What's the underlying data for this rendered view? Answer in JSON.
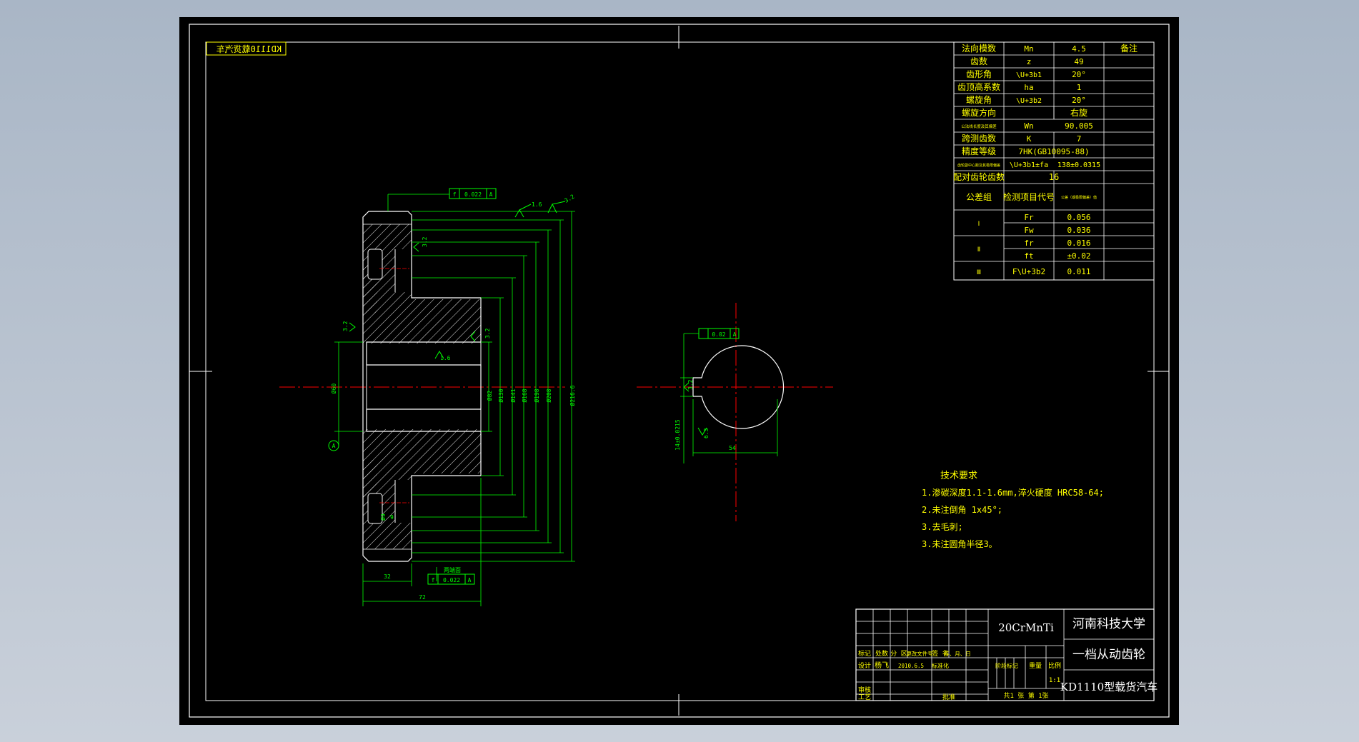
{
  "colors": {
    "accent": "#00ff00",
    "text": "#ffff00",
    "dimension": "#00ffff",
    "outline": "#ffffff",
    "centerline": "#ff0000",
    "background": "#000000"
  },
  "stamp": "KD1110载货汽车",
  "params": {
    "rows": [
      {
        "name": "法向模数",
        "symbol": "Mn",
        "value": "4.5",
        "note": "备注"
      },
      {
        "name": "齿数",
        "symbol": "z",
        "value": "49",
        "note": ""
      },
      {
        "name": "齿形角",
        "symbol": "\\U+3b1",
        "value": "20°",
        "note": ""
      },
      {
        "name": "齿顶高系数",
        "symbol": "ha",
        "value": "1",
        "note": ""
      },
      {
        "name": "螺旋角",
        "symbol": "\\U+3b2",
        "value": "20°",
        "note": ""
      },
      {
        "name": "螺旋方向",
        "symbol": "",
        "value": "右旋",
        "note": ""
      },
      {
        "name": "公法线长度及其偏差",
        "symbol": "Wn",
        "value": "90.005",
        "note": ""
      },
      {
        "name": "跨测齿数",
        "symbol": "K",
        "value": "7",
        "note": ""
      },
      {
        "name": "精度等级",
        "symbol": "",
        "value": "7HK(GB10095-88)",
        "note": ""
      },
      {
        "name": "齿轮副中心距及其极限偏差",
        "symbol": "\\U+3b1±fa",
        "value": "138±0.0315",
        "note": ""
      },
      {
        "name": "配对齿轮齿数",
        "symbol": "",
        "value": "16",
        "note": ""
      }
    ],
    "group_header": {
      "name": "公差组",
      "code": "检测项目代号",
      "value": "公差（或极限偏差）值"
    },
    "groups": [
      {
        "roman": "Ⅰ",
        "items": [
          {
            "code": "Fr",
            "value": "0.056"
          },
          {
            "code": "Fw",
            "value": "0.036"
          }
        ]
      },
      {
        "roman": "Ⅱ",
        "items": [
          {
            "code": "fr",
            "value": "0.016"
          },
          {
            "code": "ft",
            "value": "±0.02"
          }
        ]
      },
      {
        "roman": "Ⅲ",
        "items": [
          {
            "code": "F\\U+3b2",
            "value": "0.011"
          }
        ]
      }
    ]
  },
  "tech_req": {
    "title": "技术要求",
    "items": [
      "1.渗碳深度1.1-1.6mm,淬火硬度 HRC58-64;",
      "2.未注倒角 1x45°;",
      "3.去毛刺;",
      "3.未注圆角半径3。"
    ]
  },
  "left_view": {
    "tol_top": {
      "sym": "f",
      "value": "0.022",
      "datum": "A"
    },
    "tol_bottom": {
      "sym": "f",
      "value": "0.022",
      "datum": "A"
    },
    "tol_bottom_label": "两端面",
    "rough": [
      "1.6",
      "3.2",
      "3.2",
      "3.2",
      "3.2",
      "1.6"
    ],
    "diameters": [
      "Ø60",
      "Ø82",
      "Ø130",
      "Ø141",
      "Ø168",
      "Ø198",
      "Ø208",
      "Ø216.6"
    ],
    "dims": {
      "hub": "32",
      "width": "72",
      "web": "9",
      "hole": "Ø9"
    },
    "datum": "A"
  },
  "right_view": {
    "tol": {
      "value": "0.02",
      "datum": "A"
    },
    "keyway_width": "14±0.0215",
    "depth": "54",
    "rough": [
      "3.2",
      "6.3"
    ]
  },
  "title_block": {
    "material": "20CrMnTi",
    "school": "河南科技大学",
    "part": "一档从动齿轮",
    "product": "KD1110型载货汽车",
    "headers": [
      "标记",
      "处数",
      "分 区",
      "更改文件号",
      "签 名",
      "年、月、日"
    ],
    "design": "设计",
    "designer": "杨飞",
    "date": "2010.6.5",
    "standard": "标准化",
    "stage": "阶段标记",
    "weight": "重量",
    "scale_label": "比例",
    "scale": "1:1",
    "review": "审核",
    "process": "工艺",
    "approve": "批准",
    "sheets": "共1  张  第 1张"
  }
}
